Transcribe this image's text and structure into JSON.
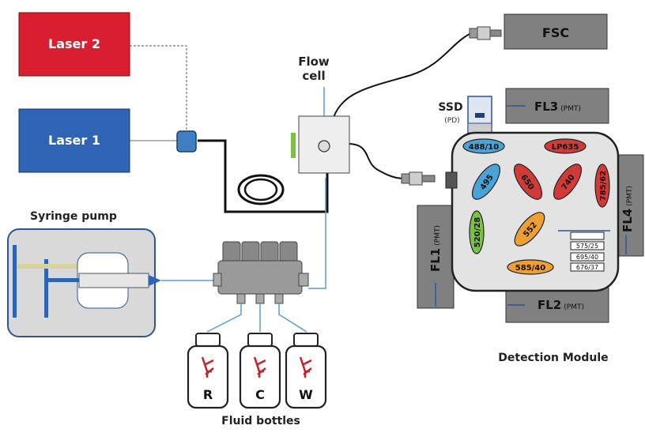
{
  "lasers": {
    "laser2": {
      "label": "Laser 2",
      "color": "#d91f2f"
    },
    "laser1": {
      "label": "Laser 1",
      "color": "#2f63b4"
    }
  },
  "flow_cell": {
    "title_line1": "Flow",
    "title_line2": "cell"
  },
  "syringe_pump": {
    "title": "Syringe pump"
  },
  "fluid_bottles": {
    "title": "Fluid bottles",
    "bottles": [
      {
        "letter": "R"
      },
      {
        "letter": "C"
      },
      {
        "letter": "W"
      }
    ],
    "symbol_color": "#c8202c"
  },
  "fsc": {
    "label": "FSC"
  },
  "ssd": {
    "label": "SSD",
    "sublabel": "(PD)"
  },
  "detection_module": {
    "title": "Detection Module",
    "detectors": {
      "fl1": {
        "label": "FL1",
        "sub": "(PMT)"
      },
      "fl2": {
        "label": "FL2",
        "sub": "(PMT)"
      },
      "fl3": {
        "label": "FL3",
        "sub": "(PMT)"
      },
      "fl4": {
        "label": "FL4",
        "sub": "(PMT)"
      }
    },
    "filters": [
      {
        "label": "488/10",
        "color": "#4aa3d6"
      },
      {
        "label": "LP635",
        "color": "#d23a38"
      },
      {
        "label": "495",
        "color": "#4aa3d6"
      },
      {
        "label": "650",
        "color": "#d23a38"
      },
      {
        "label": "740",
        "color": "#d23a38"
      },
      {
        "label": "785/62",
        "color": "#d23a38"
      },
      {
        "label": "520/28",
        "color": "#7cc142"
      },
      {
        "label": "552",
        "color": "#f0a030"
      },
      {
        "label": "585/40",
        "color": "#f0a030"
      }
    ],
    "filter_stack": [
      "575/25",
      "695/40",
      "676/37"
    ]
  }
}
